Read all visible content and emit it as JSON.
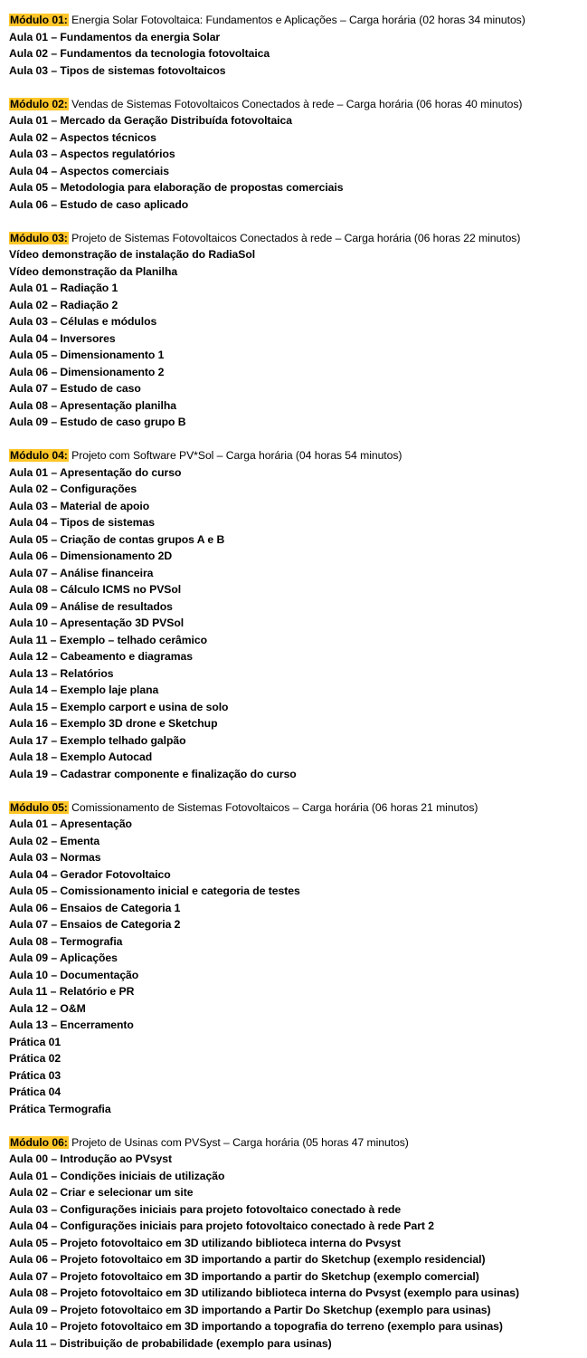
{
  "colors": {
    "highlight": "#FFC629",
    "text": "#000000",
    "background": "#FFFFFF"
  },
  "modules": [
    {
      "tag": "Módulo 01:",
      "title": " Energia Solar Fotovoltaica: Fundamentos e Aplicações – Carga horária (02 horas 34 minutos)",
      "items": [
        "Aula 01 – Fundamentos da energia Solar",
        "Aula 02 – Fundamentos da tecnologia fotovoltaica",
        "Aula 03 – Tipos de sistemas fotovoltaicos"
      ]
    },
    {
      "tag": "Módulo 02:",
      "title": " Vendas de Sistemas Fotovoltaicos Conectados à rede – Carga horária (06 horas 40 minutos)",
      "items": [
        "Aula 01 – Mercado da Geração Distribuída fotovoltaica",
        "Aula 02 – Aspectos técnicos",
        "Aula 03 – Aspectos regulatórios",
        "Aula 04 – Aspectos comerciais",
        "Aula 05 – Metodologia para elaboração de propostas comerciais",
        "Aula 06 – Estudo de caso aplicado"
      ]
    },
    {
      "tag": "Módulo 03:",
      "title": " Projeto de Sistemas Fotovoltaicos Conectados à rede – Carga horária (06 horas 22 minutos)",
      "items": [
        "Vídeo demonstração de instalação do RadiaSol",
        "Vídeo demonstração da Planilha",
        "Aula 01 – Radiação 1",
        "Aula 02 – Radiação 2",
        "Aula 03 – Células e módulos",
        "Aula 04 – Inversores",
        "Aula 05 – Dimensionamento 1",
        "Aula 06 – Dimensionamento 2",
        "Aula 07 – Estudo de caso",
        "Aula 08 – Apresentação planilha",
        "Aula 09 – Estudo de caso grupo B"
      ]
    },
    {
      "tag": "Módulo 04:",
      "title": " Projeto com Software PV*Sol – Carga horária (04 horas 54 minutos)",
      "items": [
        "Aula 01 – Apresentação do curso",
        "Aula 02 – Configurações",
        "Aula 03 – Material de apoio",
        "Aula 04 – Tipos de sistemas",
        "Aula 05 – Criação de contas grupos A e B",
        "Aula 06 – Dimensionamento 2D",
        "Aula 07 – Análise financeira",
        "Aula 08 – Cálculo ICMS no PVSol",
        "Aula 09 – Análise de resultados",
        "Aula 10 – Apresentação 3D PVSol",
        "Aula 11 – Exemplo – telhado cerâmico",
        "Aula 12 – Cabeamento e diagramas",
        "Aula 13 – Relatórios",
        "Aula 14 – Exemplo laje plana",
        "Aula 15 – Exemplo carport e usina de solo",
        "Aula 16 – Exemplo 3D drone e Sketchup",
        "Aula 17 – Exemplo telhado galpão",
        "Aula 18 – Exemplo Autocad",
        "Aula 19 – Cadastrar componente e finalização do curso"
      ]
    },
    {
      "tag": "Módulo 05:",
      "title": " Comissionamento de Sistemas Fotovoltaicos – Carga horária (06 horas 21 minutos)",
      "items": [
        "Aula 01 – Apresentação",
        "Aula 02 – Ementa",
        "Aula 03 – Normas",
        "Aula 04 – Gerador Fotovoltaico",
        "Aula 05 – Comissionamento inicial e categoria de testes",
        "Aula 06 – Ensaios de Categoria 1",
        "Aula 07 – Ensaios de Categoria 2",
        "Aula 08 – Termografia",
        "Aula 09 – Aplicações",
        "Aula 10 – Documentação",
        "Aula 11 – Relatório e PR",
        "Aula 12 – O&M",
        "Aula 13 – Encerramento",
        "Prática 01",
        "Prática 02",
        "Prática 03",
        "Prática 04",
        "Prática Termografia"
      ]
    },
    {
      "tag": "Módulo 06:",
      "title": " Projeto de Usinas com PVSyst – Carga horária (05 horas 47 minutos)",
      "items": [
        "Aula 00 – Introdução ao PVsyst",
        "Aula 01 – Condições iniciais de utilização",
        "Aula 02 – Criar e selecionar um site",
        "Aula 03 – Configurações iniciais para projeto fotovoltaico conectado à rede",
        "Aula 04 – Configurações iniciais para projeto fotovoltaico conectado à rede Part 2",
        "Aula 05 – Projeto fotovoltaico em 3D utilizando biblioteca interna do Pvsyst",
        "Aula 06 – Projeto fotovoltaico em 3D importando a partir do Sketchup (exemplo residencial)",
        "Aula 07 – Projeto fotovoltaico em 3D importando a partir do Sketchup (exemplo comercial)",
        "Aula 08 – Projeto fotovoltaico em 3D utilizando biblioteca interna do Pvsyst (exemplo para usinas)",
        "Aula 09 – Projeto fotovoltaico em 3D importando a Partir Do Sketchup (exemplo para usinas)",
        "Aula 10 – Projeto fotovoltaico em 3D importando a topografia do terreno (exemplo para usinas)",
        "Aula 11 – Distribuição de probabilidade (exemplo para usinas)"
      ]
    }
  ]
}
